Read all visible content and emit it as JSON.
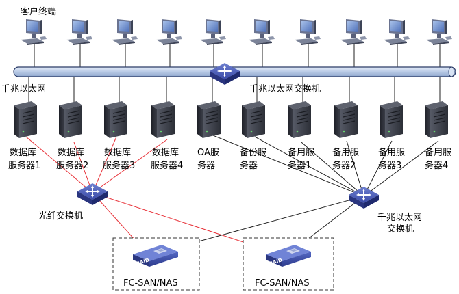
{
  "clients_label": "客户终端",
  "backbone_label": "千兆以太网",
  "backbone_switch_label": "千兆以太网交换机",
  "servers": [
    {
      "line1": "数据库",
      "line2": "服务器1"
    },
    {
      "line1": "数据库",
      "line2": "服务器2"
    },
    {
      "line1": "数据库",
      "line2": "服务器3"
    },
    {
      "line1": "数据库",
      "line2": "服务器4"
    },
    {
      "line1": "OA服",
      "line2": "务器"
    },
    {
      "line1": "备份服",
      "line2": "务器"
    },
    {
      "line1": "备用服",
      "line2": "务器1"
    },
    {
      "line1": "备用服",
      "line2": "务器2"
    },
    {
      "line1": "备用服",
      "line2": "务器3"
    },
    {
      "line1": "备用服",
      "line2": "务器4"
    }
  ],
  "fiber_switch_label": "光纤交换机",
  "ethernet_switch_label_line1": "千兆以太网",
  "ethernet_switch_label_line2": "交换机",
  "storage": [
    {
      "label": "FC-SAN/NAS",
      "badge": "RAID"
    },
    {
      "label": "FC-SAN/NAS",
      "badge": "RAID"
    }
  ],
  "colors": {
    "fiber_link": "#e8333a",
    "ethernet_link": "#222222",
    "bus_fill": "#c5d4ea",
    "device_blue": "#3a4a9e",
    "server_dark": "#3c3f48",
    "monitor_body": "#5a6378"
  },
  "icons": [
    "computer-icon",
    "server-icon",
    "switch-icon",
    "raid-storage-icon"
  ]
}
